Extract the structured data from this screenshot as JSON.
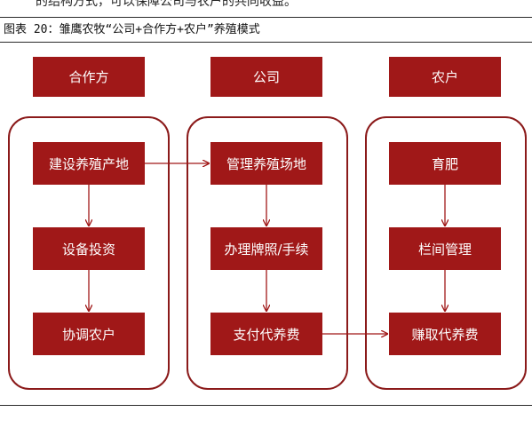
{
  "top_fragment": "的结构方式，可以保障公司与农户的共同收益。",
  "figure_caption": "图表 20：雏鹰农牧“公司+合作方+农户”养殖模式",
  "columns": [
    {
      "header": "合作方",
      "steps": [
        "建设养殖产地",
        "设备投资",
        "协调农户"
      ]
    },
    {
      "header": "公司",
      "steps": [
        "管理养殖场地",
        "办理牌照/手续",
        "支付代养费"
      ]
    },
    {
      "header": "农户",
      "steps": [
        "育肥",
        "栏间管理",
        "赚取代养费"
      ]
    }
  ],
  "colors": {
    "box_fill": "#a01818",
    "group_border": "#8b1a1a",
    "arrow": "#a01818"
  }
}
